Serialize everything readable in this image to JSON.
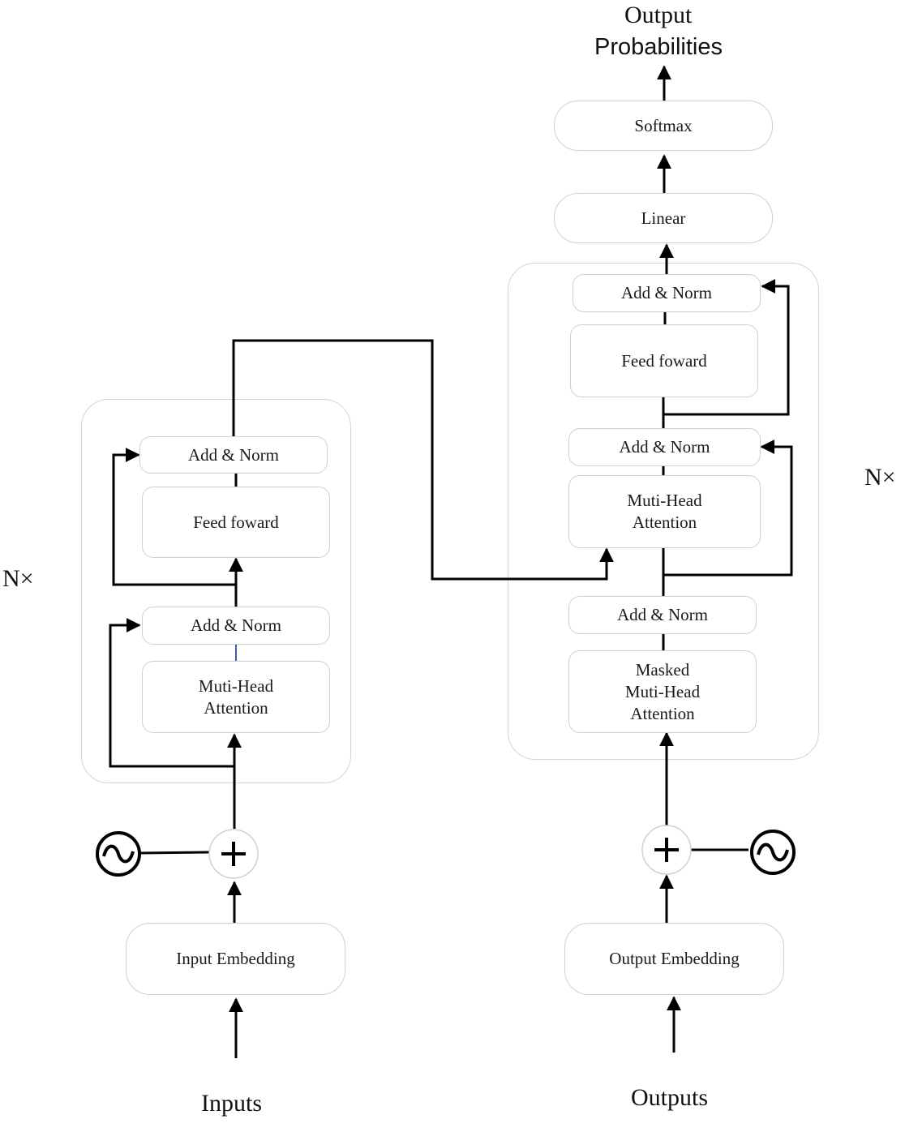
{
  "diagram": {
    "encoder": {
      "repeat_label": "N×",
      "add_norm_top": "Add & Norm",
      "feed_forward": "Feed foward",
      "add_norm_bottom": "Add & Norm",
      "attention": "Muti-Head\nAttention",
      "embedding": "Input Embedding",
      "input_label": "Inputs"
    },
    "decoder": {
      "repeat_label": "N×",
      "add_norm_top": "Add & Norm",
      "feed_forward": "Feed foward",
      "add_norm_middle": "Add & Norm",
      "cross_attention": "Muti-Head\nAttention",
      "add_norm_bottom": "Add & Norm",
      "masked_attention": "Masked\nMuti-Head\nAttention",
      "embedding": "Output Embedding",
      "output_label": "Outputs"
    },
    "head": {
      "linear": "Linear",
      "softmax": "Softmax",
      "output_line1": "Output",
      "output_line2": "Probabilities"
    },
    "symbols": {
      "sum": "+",
      "positional_encoding": "~"
    }
  }
}
